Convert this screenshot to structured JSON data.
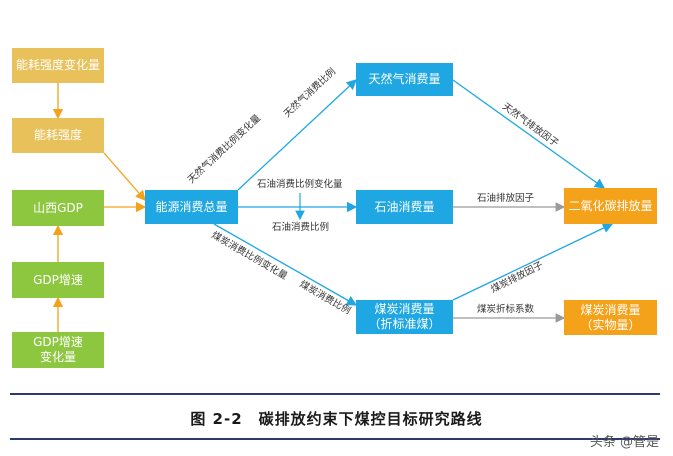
{
  "nodes": {
    "energy_intensity_change": "能耗强度变化量",
    "energy_intensity": "能耗强度",
    "shanxi_gdp": "山西GDP",
    "gdp_growth": "GDP增速",
    "gdp_growth_change": "GDP增速\n变化量",
    "total_energy": "能源消费总量",
    "natural_gas": "天然气消费量",
    "oil": "石油消费量",
    "coal_std": "煤炭消费量\n（折标准煤）",
    "co2": "二氧化碳排放量",
    "coal_phys": "煤炭消费量\n（实物量）"
  },
  "edge_labels": {
    "gas_ratio_change": "天然气消费比例变化量",
    "gas_ratio": "天然气消费比例",
    "oil_ratio_change": "石油消费比例变化量",
    "oil_ratio": "石油消费比例",
    "coal_ratio_change": "煤炭消费比例变化量",
    "coal_ratio": "煤炭消费比例",
    "gas_factor": "天然气排放因子",
    "oil_factor": "石油排放因子",
    "coal_factor": "煤炭排放因子",
    "coal_conversion": "煤炭折标系数"
  },
  "caption": "图 2-2　碳排放约束下煤控目标研究路线",
  "watermark": "头条 @管是",
  "colors": {
    "gold": "#e9c15a",
    "green": "#8dc63f",
    "blue": "#1fa7e3",
    "orange": "#f5a21b",
    "arrow": "#1fa7e3",
    "arrow_orange": "#f5a21b",
    "arrow_gray": "#9a9a9a",
    "rule": "#2e3a6e"
  }
}
